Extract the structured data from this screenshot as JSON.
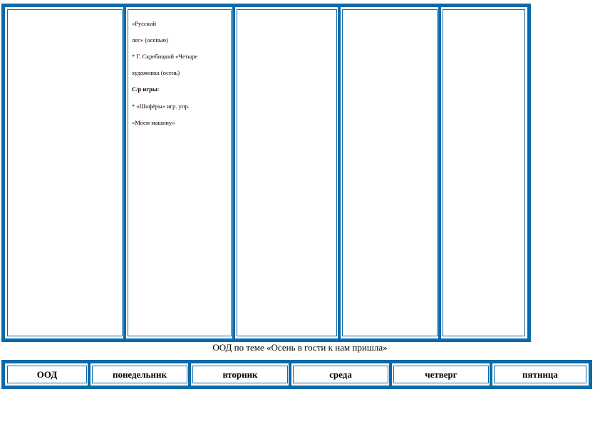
{
  "colors": {
    "border": "#0b6aa8",
    "background": "#ffffff"
  },
  "top_table": {
    "cells": [
      {
        "lines": []
      },
      {
        "lines": [
          {
            "text": "«Русский",
            "bold": false
          },
          {
            "text": "  лес» (осенью)",
            "bold": false
          },
          {
            "text": "* Г. Скребицкий «Четыре",
            "bold": false
          },
          {
            "text": "художника (осень)",
            "bold": false
          },
          {
            "text": "С/р игры:",
            "bold": true
          },
          {
            "text": "* «Шофёры»  игр. упр.",
            "bold": false
          },
          {
            "text": "  «Моем машину»",
            "bold": false
          }
        ]
      },
      {
        "lines": []
      },
      {
        "lines": []
      },
      {
        "lines": []
      }
    ]
  },
  "caption": "ООД по теме «Осень в гости к нам пришла»",
  "bottom_table": {
    "headers": [
      "ООД",
      "понедельник",
      "вторник",
      "среда",
      "четверг",
      "пятница"
    ]
  }
}
